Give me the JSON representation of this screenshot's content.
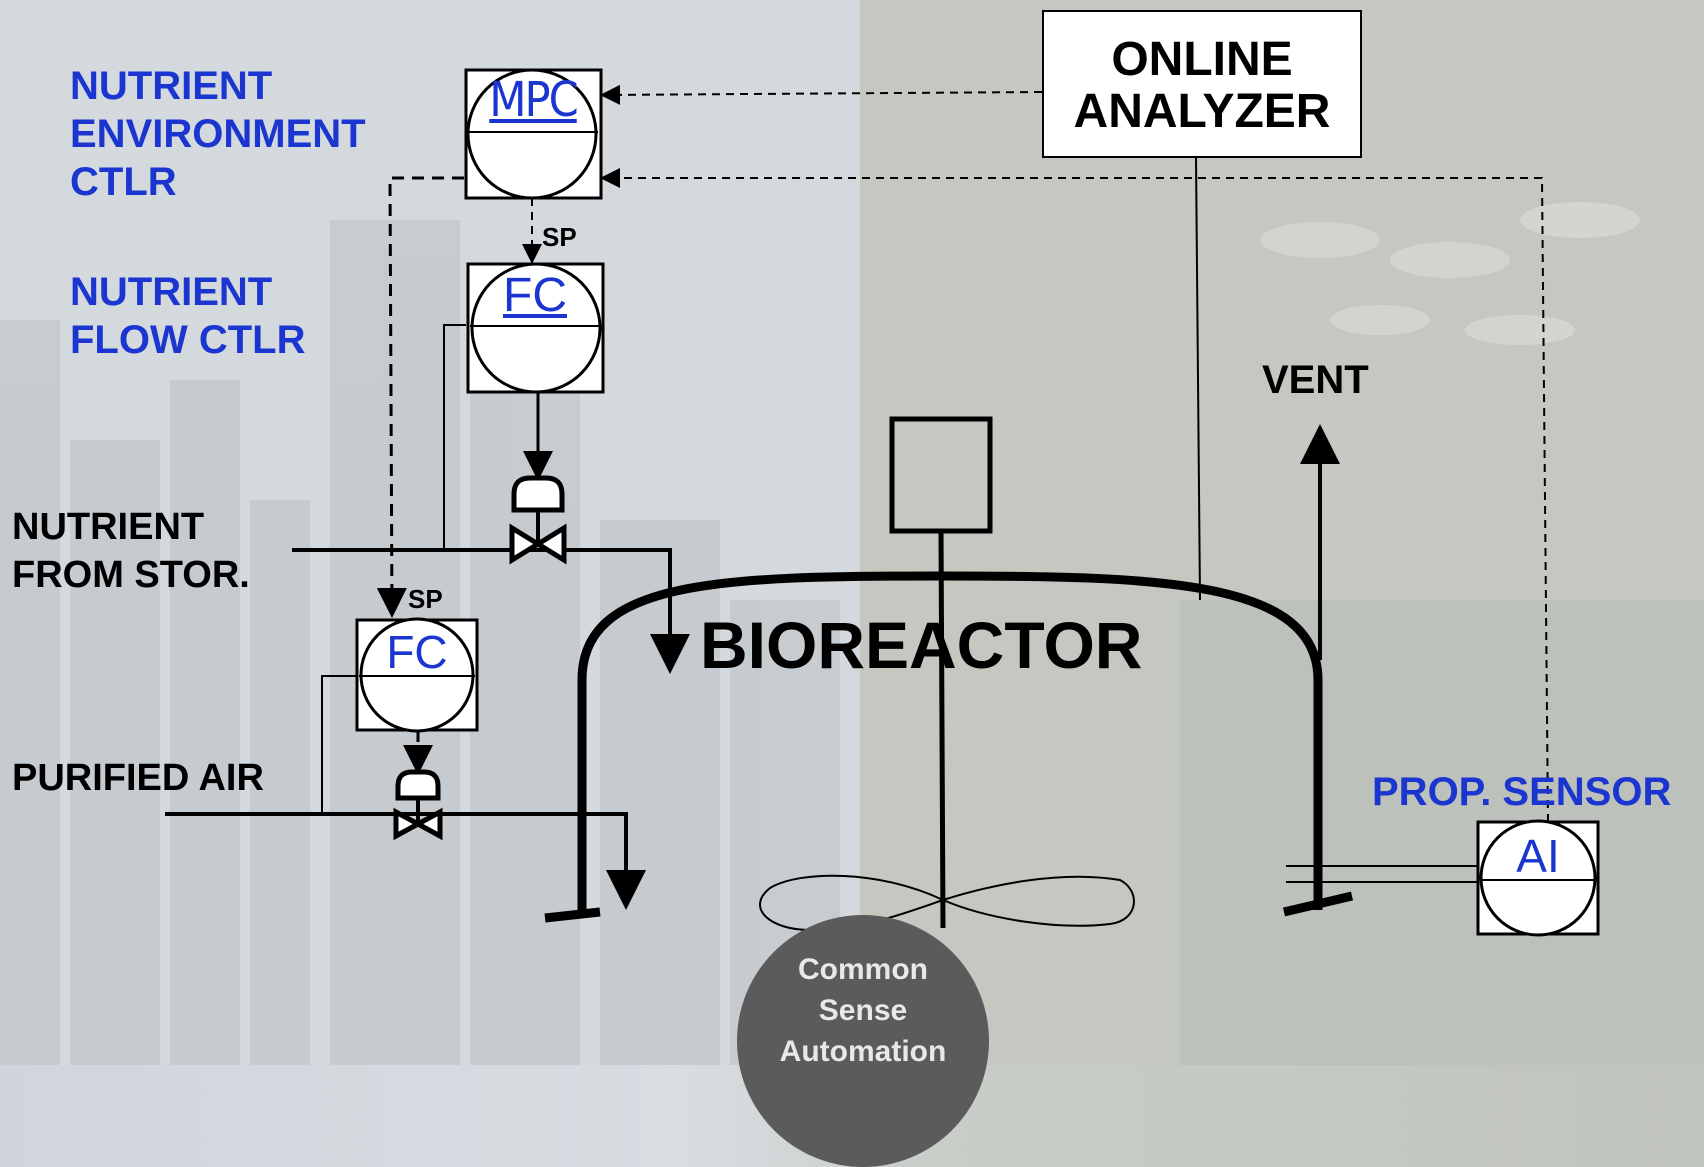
{
  "labels": {
    "nutrient_env_ctlr": [
      "NUTRIENT",
      "ENVIRONMENT",
      "CTLR"
    ],
    "nutrient_flow_ctlr": [
      "NUTRIENT",
      "FLOW CTLR"
    ],
    "nutrient_from_stor": [
      "NUTRIENT",
      "FROM STOR."
    ],
    "purified_air": "PURIFIED AIR",
    "vent": "VENT",
    "prop_sensor": "PROP. SENSOR",
    "bioreactor": "BIOREACTOR"
  },
  "online_analyzer": [
    "ONLINE",
    "ANALYZER"
  ],
  "instruments": {
    "mpc": "MPC",
    "fc_nutrient": "FC",
    "fc_air": "FC",
    "ai": "AI"
  },
  "sp_labels": {
    "nutrient_sp": "SP",
    "air_sp": "SP"
  },
  "logo": [
    "Common",
    "Sense",
    "Automation"
  ],
  "colors": {
    "accent_blue": "#1a35d0",
    "line": "#000000",
    "logo_bg": "#5b5b5b"
  }
}
